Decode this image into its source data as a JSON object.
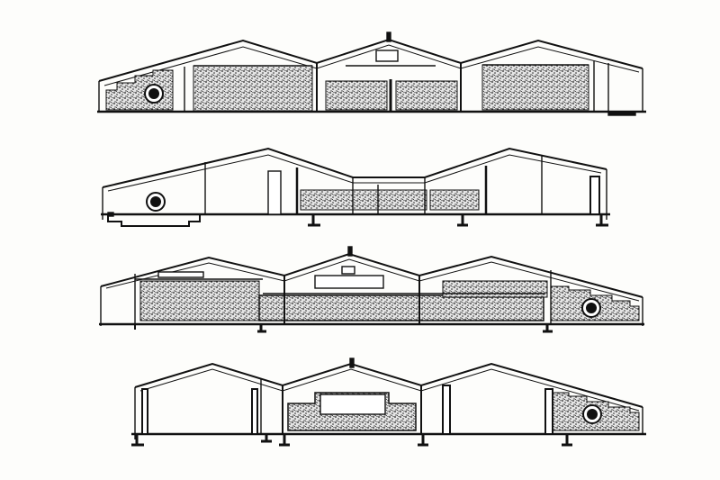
{
  "sheet": {
    "kind": "architectural building sections",
    "palette": {
      "ink": "#111111",
      "paper": "#fdfdfb",
      "stipple_fill": "#9a9a9a"
    }
  },
  "sections": [
    {
      "id": "section-1",
      "index": 1,
      "has_round_window": true,
      "round_window_side": "left"
    },
    {
      "id": "section-2",
      "index": 2,
      "has_round_window": true,
      "round_window_side": "left"
    },
    {
      "id": "section-3",
      "index": 3,
      "has_round_window": true,
      "round_window_side": "right"
    },
    {
      "id": "section-4",
      "index": 4,
      "has_round_window": true,
      "round_window_side": "right"
    }
  ]
}
